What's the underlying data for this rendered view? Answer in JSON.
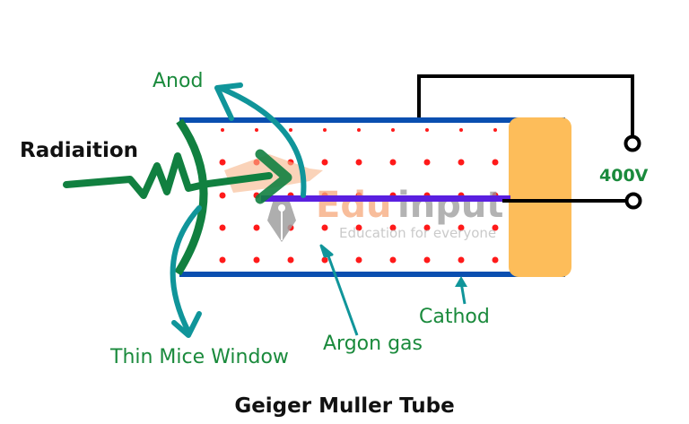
{
  "diagram": {
    "title": "Geiger Muller Tube",
    "labels": {
      "radiation": "Radiaition",
      "anode": "Anod",
      "cathode": "Cathod",
      "argon_gas": "Argon gas",
      "window": "Thin Mice Window",
      "voltage": "400V"
    },
    "watermark": {
      "brand_part1": "Edu",
      "brand_part2": "input",
      "tagline": "Education for everyone"
    },
    "colors": {
      "tube_wall": "#0a4fb0",
      "anode_wire": "#5a1fe0",
      "gas_dots": "#ff1a1a",
      "end_cap": "#fdbd5a",
      "radiation_arrow": "#118040",
      "pointer_arrows": "#10959a",
      "label_green": "#1a8a3c",
      "circuit_wire": "#000000"
    }
  }
}
